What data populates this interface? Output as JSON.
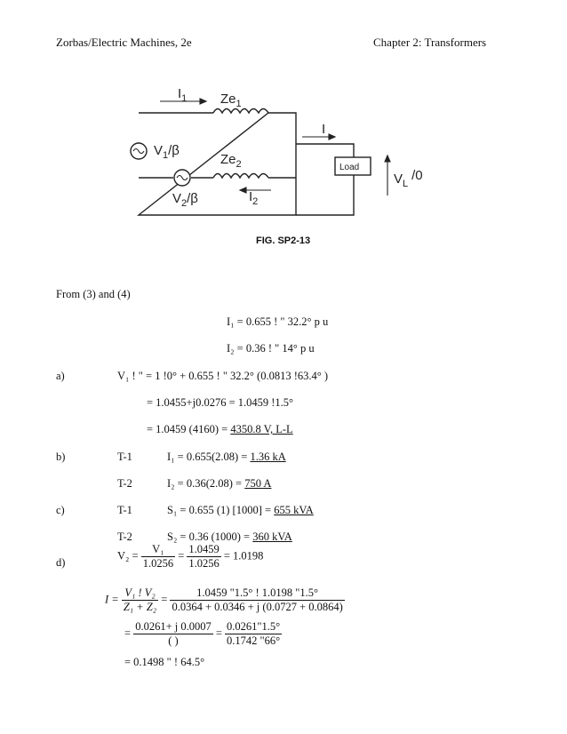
{
  "header": {
    "left": "Zorbas/Electric Machines, 2e",
    "right": "Chapter 2: Transformers"
  },
  "figure": {
    "labels": {
      "i1": "I",
      "i1_sub": "1",
      "ze1": "Ze",
      "ze1_sub": "1",
      "v1": "V",
      "v1_sub": "1",
      "v1_angle": "/β",
      "ze2": "Ze",
      "ze2_sub": "2",
      "v2": "V",
      "v2_sub": "2",
      "v2_angle": "/β",
      "i2": "I",
      "i2_sub": "2",
      "i": "I",
      "load": "Load",
      "vl": "V",
      "vl_sub": "L",
      "vl_angle": "/0"
    },
    "caption": "FIG.  SP2-13"
  },
  "body": {
    "from": "From (3) and (4)",
    "eq_i1": "I₁ = 0.655 ! \" 32.2° p u",
    "eq_i2": "I₂ = 0.36 ! \" 14° p u",
    "a_label": "a)",
    "a_line1": "V₁ ! \" = 1 !0° + 0.655 ! \" 32.2° (0.0813 !63.4° )",
    "a_line2": "= 1.0455+j0.0276 = 1.0459 !1.5°",
    "a_line3_pre": "= 1.0459 (4160) = ",
    "a_line3_u": "4350.8 V, L-L",
    "b_label": "b)",
    "b_t1": "T-1",
    "b_eq1_pre": "I₁ = 0.655(2.08) = ",
    "b_eq1_u": "1.36 kA",
    "b_t2": "T-2",
    "b_eq2_pre": "I₂ = 0.36(2.08) = ",
    "b_eq2_u": "750 A",
    "c_label": "c)",
    "c_t1": "T-1",
    "c_eq1_pre": "S₁ = 0.655 (1) [1000] = ",
    "c_eq1_u": "655 kVA",
    "c_t2": "T-2",
    "c_eq2_pre": "S₂ = 0.36 (1000) = ",
    "c_eq2_u": "360 kVA",
    "d_label": "d)",
    "d_v2": "V₂ =",
    "d_f1_num": "V₁",
    "d_f1_den": "1.0256",
    "d_eq": "=",
    "d_f2_num": "1.0459",
    "d_f2_den": "1.0256",
    "d_res": "= 1.0198",
    "i_lhs": "I =",
    "i_f1_num": "V₁ ! V₂",
    "i_f1_den": "Z₁ + Z₂",
    "i_eq": "=",
    "i_f2_num": "1.0459 \"1.5° ! 1.0198 \"1.5°",
    "i_f2_den": "0.0364 + 0.0346 + j (0.0727 + 0.0864)",
    "r2_eq": "=",
    "r2_f1_num": "0.0261+ j 0.0007",
    "r2_f1_den": "(  )",
    "r2_eq2": "=",
    "r2_f2_num": "0.0261\"1.5°",
    "r2_f2_den": "0.1742 \"66°",
    "r3": "= 0.1498 \"  ! 64.5°"
  }
}
